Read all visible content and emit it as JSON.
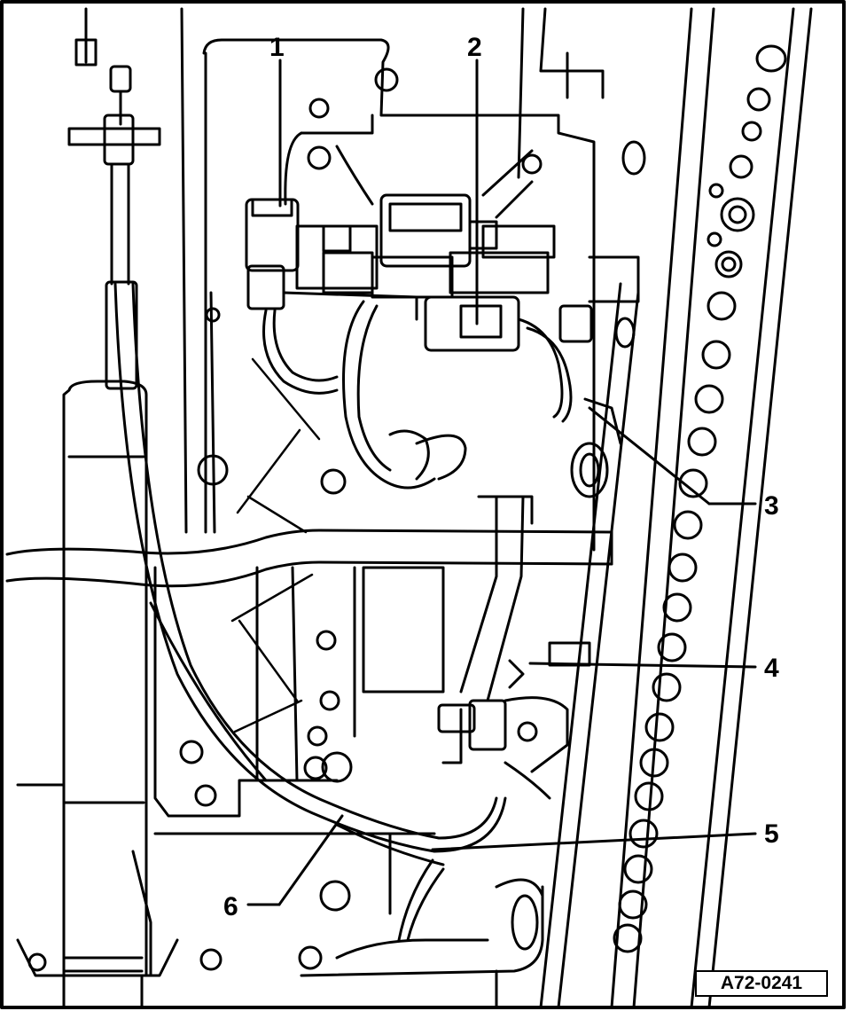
{
  "callouts": [
    {
      "label": "1"
    },
    {
      "label": "2"
    },
    {
      "label": "3"
    },
    {
      "label": "4"
    },
    {
      "label": "5"
    },
    {
      "label": "6"
    }
  ],
  "figure_ref": "A72-0241",
  "colors": {
    "line": "#000000",
    "background": "#ffffff"
  }
}
